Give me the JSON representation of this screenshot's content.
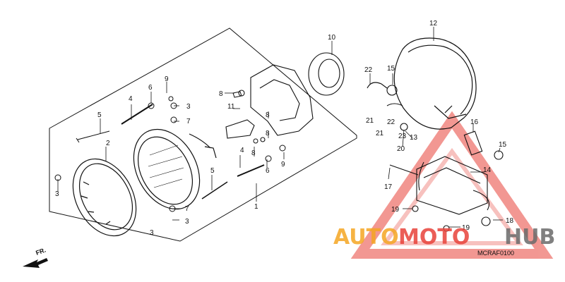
{
  "diagram": {
    "labels": [
      "1",
      "2",
      "3",
      "3",
      "3",
      "3",
      "4",
      "4",
      "5",
      "5",
      "6",
      "6",
      "7",
      "7",
      "8",
      "8",
      "8",
      "8",
      "9",
      "9",
      "10",
      "11",
      "12",
      "13",
      "14",
      "15",
      "15",
      "16",
      "17",
      "18",
      "19",
      "19",
      "20",
      "21",
      "21",
      "22",
      "22",
      "23"
    ],
    "code": "MCRAF0100",
    "direction_label": "FR.",
    "watermark": {
      "auto": "AUTO",
      "moto": "MOTO",
      "hub": "HUB"
    },
    "colors": {
      "line": "#111111",
      "watermark_red": "#e8433a",
      "watermark_orange": "#f5a623",
      "watermark_gray": "#6b6b6b"
    }
  }
}
